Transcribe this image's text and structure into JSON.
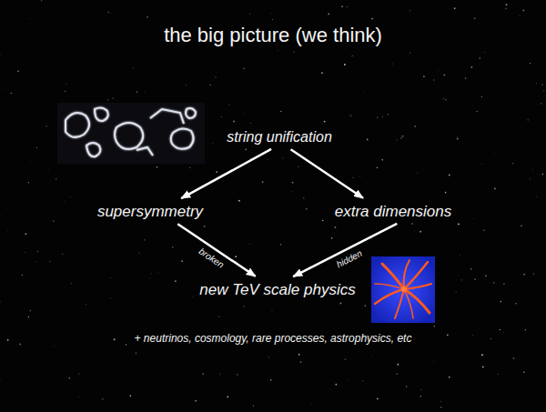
{
  "diagram": {
    "title": "the big picture (we think)",
    "nodes": [
      {
        "text": [
          "string unification"
        ]
      },
      {
        "text": [
          "supersymmetry"
        ]
      },
      {
        "text": [
          "extra dimensions"
        ]
      },
      {
        "text": [
          "new TeV scale physics"
        ]
      }
    ],
    "edges": [
      {
        "from": 0,
        "to": 1,
        "arrow": "to"
      },
      {
        "from": 0,
        "to": 2,
        "arrow": "to"
      },
      {
        "from": 1,
        "to": 3,
        "label": "broken",
        "arrow": "to"
      },
      {
        "from": 2,
        "to": 3,
        "label": "hidden",
        "arrow": "to"
      }
    ],
    "labels": [
      "+ neutrinos, cosmology, rare processes, astrophysics, etc"
    ]
  }
}
